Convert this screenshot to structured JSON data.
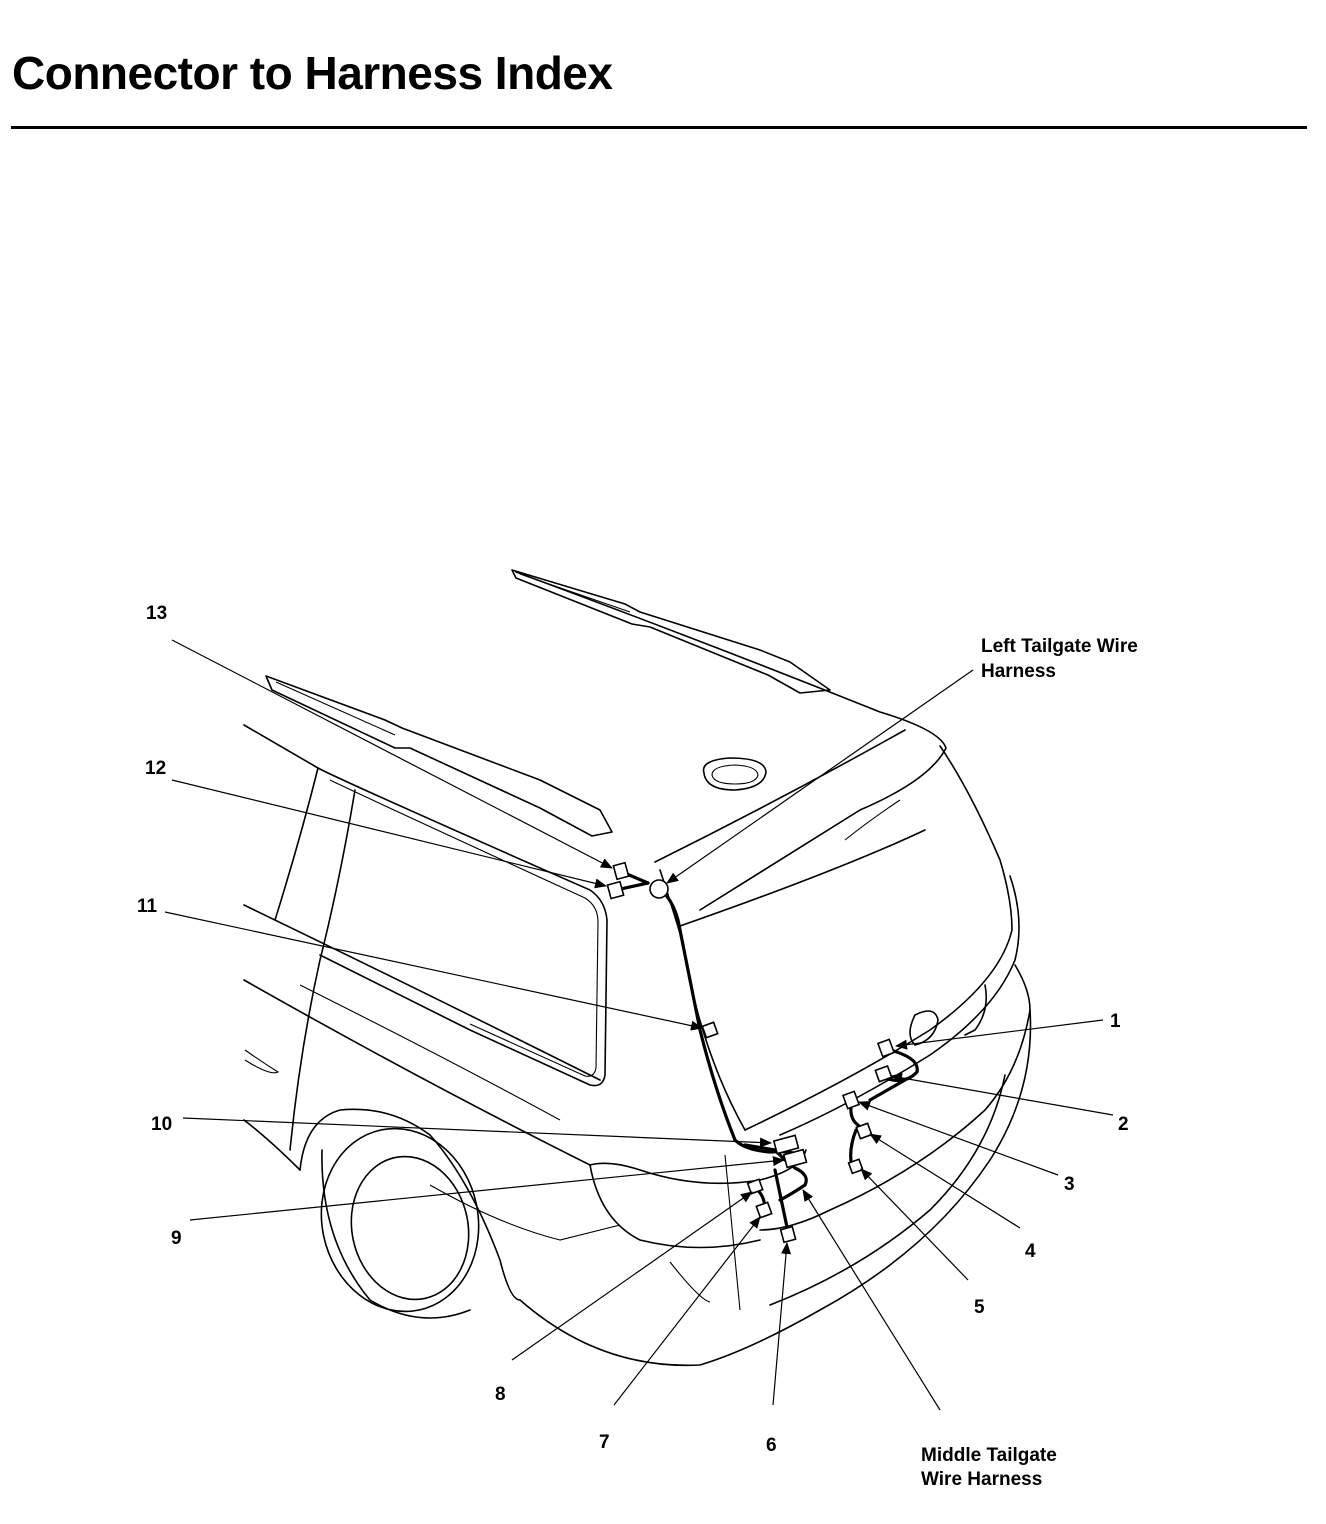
{
  "header": {
    "title": "Connector to Harness Index"
  },
  "diagram": {
    "callouts": [
      "1",
      "2",
      "3",
      "4",
      "5",
      "6",
      "7",
      "8",
      "9",
      "10",
      "11",
      "12",
      "13"
    ],
    "harness_labels": {
      "left_tailgate": [
        "Left Tailgate Wire",
        "Harness"
      ],
      "middle_tailgate": [
        "Middle Tailgate",
        "Wire Harness"
      ]
    }
  }
}
